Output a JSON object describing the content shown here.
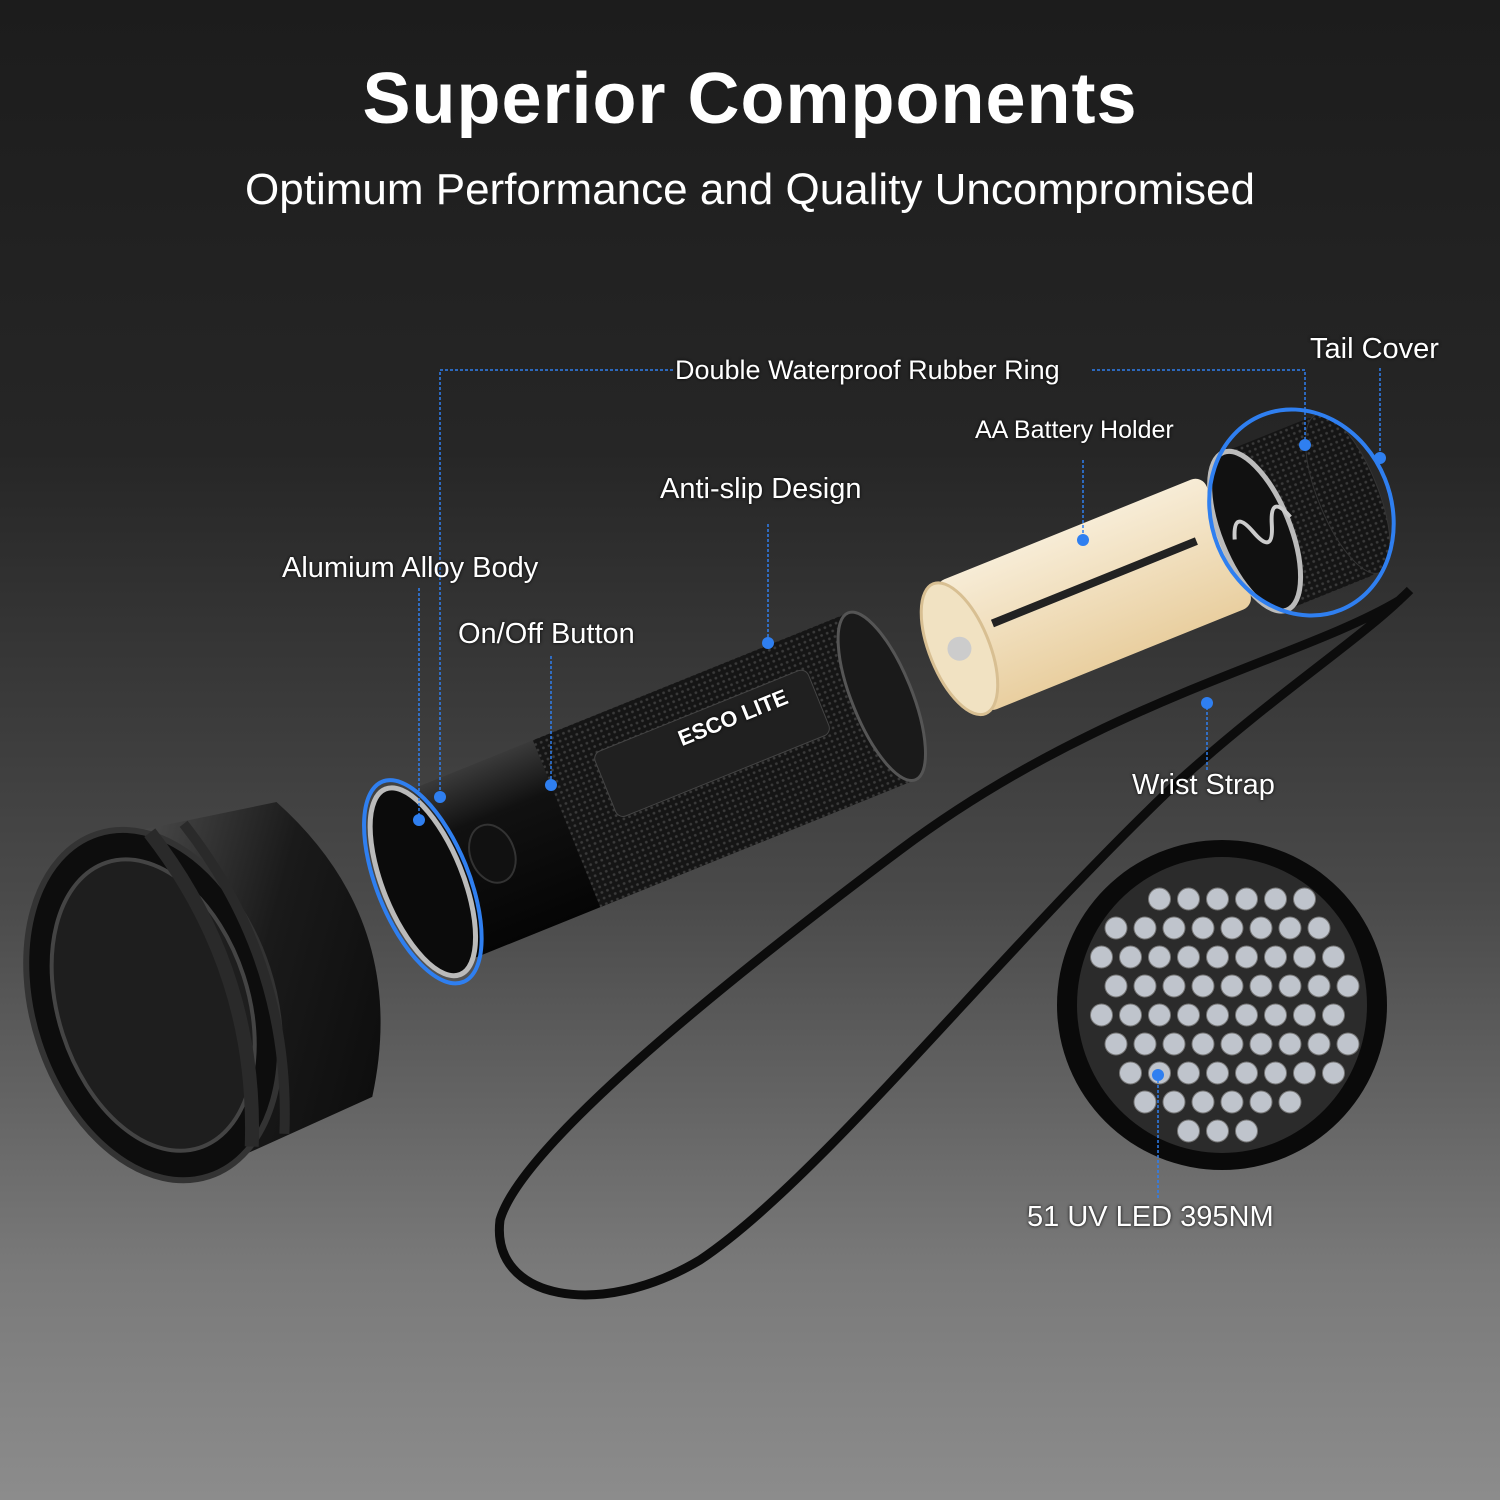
{
  "header": {
    "title": "Superior Components",
    "subtitle": "Optimum Performance and Quality Uncompromised"
  },
  "labels": {
    "rubber_ring": "Double Waterproof Rubber Ring",
    "tail_cover": "Tail Cover",
    "battery_holder": "AA Battery Holder",
    "anti_slip": "Anti-slip Design",
    "alloy_body": "Alumium Alloy Body",
    "on_off": "On/Off Button",
    "wrist_strap": "Wrist Strap",
    "led": "51 UV LED 395NM"
  },
  "brand": {
    "logo_text": "ESCO LITE"
  },
  "colors": {
    "accent": "#2f7ff0",
    "battery": "#f3e3c4"
  }
}
